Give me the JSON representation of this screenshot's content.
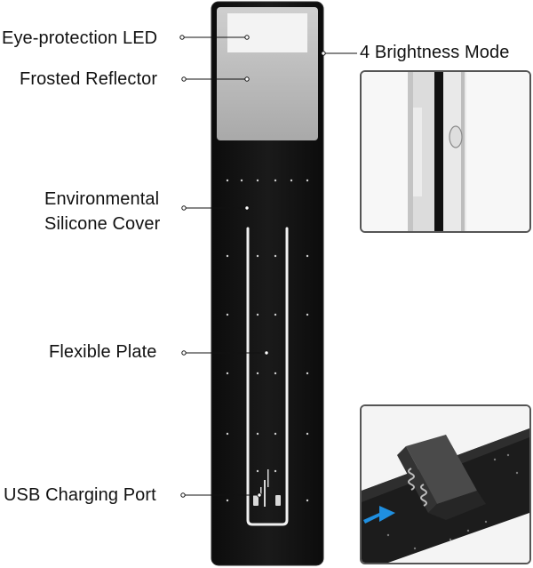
{
  "labels": {
    "eye_led": "Eye-protection LED",
    "reflector": "Frosted Reflector",
    "brightness": "4 Brightness Mode",
    "cover_line1": "Environmental",
    "cover_line2": "Silicone Cover",
    "plate": "Flexible Plate",
    "usb": "USB Charging Port"
  },
  "colors": {
    "body": "#111111",
    "lamp_panel": "#b9b9b9",
    "lamp_glow": "#f2f2f2",
    "leader": "#111111",
    "accent_arrow": "#1f8fe0"
  },
  "icons": {
    "arrow": "blue-arrow-icon",
    "button": "power-button-icon"
  }
}
